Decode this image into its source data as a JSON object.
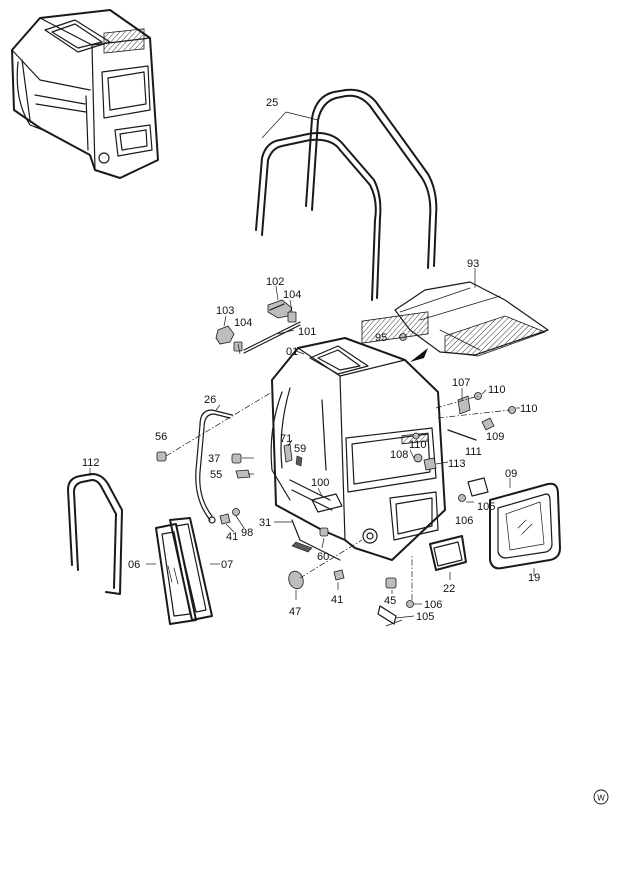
{
  "labels": {
    "p25": "25",
    "p93": "93",
    "p102": "102",
    "p104a": "104",
    "p103": "103",
    "p104b": "104",
    "p101": "101",
    "p95": "95",
    "p01": "01",
    "p26": "26",
    "p107": "107",
    "p110a": "110",
    "p110b": "110",
    "p56": "56",
    "p71": "71",
    "p59": "59",
    "p110c": "110",
    "p109": "109",
    "p37": "37",
    "p108": "108",
    "p111": "111",
    "p113": "113",
    "p112": "112",
    "p55": "55",
    "p100": "100",
    "p09": "09",
    "p106a": "106",
    "p105a": "105",
    "p41a": "41",
    "p98": "98",
    "p31": "31",
    "p06": "06",
    "p07": "07",
    "p60": "60",
    "p19": "19",
    "p22": "22",
    "p47": "47",
    "p41b": "41",
    "p45": "45",
    "p106b": "106",
    "p105b": "105"
  },
  "watermark": "W"
}
